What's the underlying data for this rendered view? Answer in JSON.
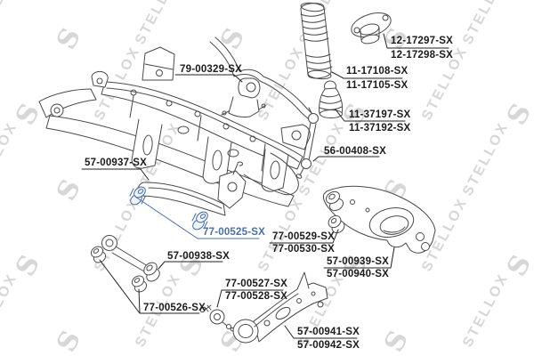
{
  "watermark": {
    "text": "STELLOX",
    "logo_letter": "S",
    "color": "#d7d7d7"
  },
  "colors": {
    "background": "#ffffff",
    "line_art": "#4a4a4a",
    "label_text": "#1b1b1b",
    "highlight": "#4a6fa8"
  },
  "highlighted_label": "77-00525-SX",
  "labels": [
    {
      "text": "79-00329-SX"
    },
    {
      "text": "12-17297-SX"
    },
    {
      "text": "12-17298-SX"
    },
    {
      "text": "11-17108-SX"
    },
    {
      "text": "11-17105-SX"
    },
    {
      "text": "11-37197-SX"
    },
    {
      "text": "11-37192-SX"
    },
    {
      "text": "56-00408-SX"
    },
    {
      "text": "57-00937-SX"
    },
    {
      "text": "77-00525-SX"
    },
    {
      "text": "57-00938-SX"
    },
    {
      "text": "77-00529-SX"
    },
    {
      "text": "77-00530-SX"
    },
    {
      "text": "57-00939-SX"
    },
    {
      "text": "57-00940-SX"
    },
    {
      "text": "77-00527-SX"
    },
    {
      "text": "77-00528-SX"
    },
    {
      "text": "77-00526-SX"
    },
    {
      "text": "57-00941-SX"
    },
    {
      "text": "57-00942-SX"
    }
  ]
}
